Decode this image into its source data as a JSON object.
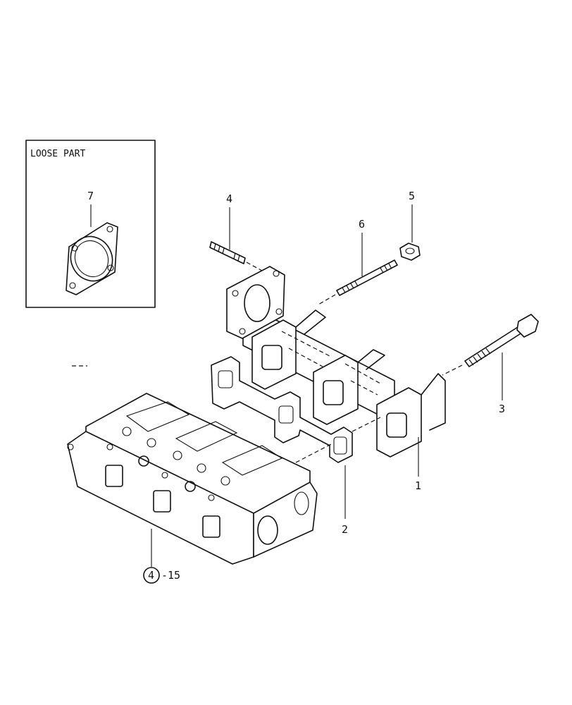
{
  "loose_part_box": {
    "title": "LOOSE PART"
  },
  "callouts": [
    {
      "id": "c7",
      "label": "7",
      "part": "flange-gasket"
    },
    {
      "id": "c4",
      "label": "4",
      "part": "stud"
    },
    {
      "id": "c6",
      "label": "6",
      "part": "long-stud"
    },
    {
      "id": "c5",
      "label": "5",
      "part": "flange-nut"
    },
    {
      "id": "c3",
      "label": "3",
      "part": "bolt"
    },
    {
      "id": "c1",
      "label": "1",
      "part": "exhaust-manifold"
    },
    {
      "id": "c2",
      "label": "2",
      "part": "manifold-gasket"
    }
  ],
  "reference": {
    "circle_label": "4",
    "suffix": "-15"
  }
}
